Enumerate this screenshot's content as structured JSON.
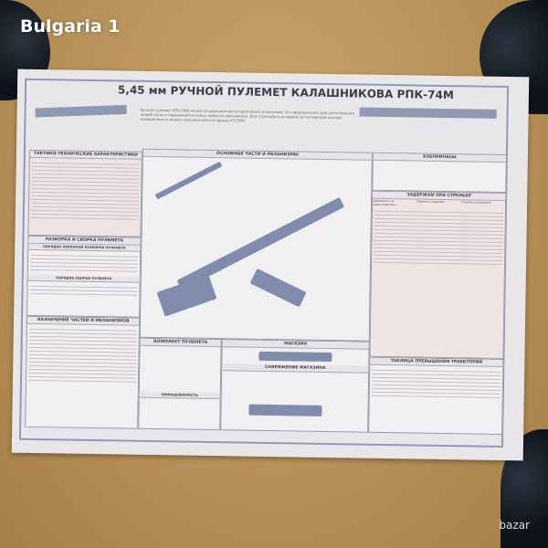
{
  "overlay": {
    "watermark": "Bulgaria 1",
    "brand": "bazar"
  },
  "poster": {
    "title": "5,45 мм РУЧНОЙ ПУЛЕМЕТ КАЛАШНИКОВА РПК-74М",
    "intro": "Ручной пулемет РПК-74М является оружием мотострелкового отделения. Он предназначен для уничтожения живой силы и поражения огневых средств противника. Для стрельбы в условиях естественной ночной освещенности может присоединяться прицел НСПУМ.",
    "sections": {
      "specs": "ТАКТИКО-ТЕХНИЧЕСКИЕ ХАРАКТЕРИСТИКИ",
      "disassembly": "РАЗБОРКА И СБОРКА ПУЛЕМЕТА",
      "partial": "ПОРЯДОК НЕПОЛНОЙ РАЗБОРКИ ПУЛЕМЕТА",
      "assembly": "ПОРЯДОК СБОРКИ ПУЛЕМЕТА",
      "purpose": "НАЗНАЧЕНИЕ ЧАСТЕЙ И МЕХАНИЗМОВ",
      "main_parts": "ОСНОВНЫЕ ЧАСТИ И МЕХАНИЗМЫ",
      "ammo": "БОЕПРИПАСЫ",
      "stoppages": "ЗАДЕРЖКИ ПРИ СТРЕЛЬБЕ",
      "trajectory": "ТАБЛИЦА ПРЕВЫШЕНИЯ ТРАЕКТОРИЙ",
      "kit": "КОМПЛЕКТ ПУЛЕМЕТА",
      "magazine": "МАГАЗИН",
      "loading": "СНАРЯЖЕНИЕ МАГАЗИНА",
      "accessories": "ПРИНАДЛЕЖНОСТЬ"
    },
    "stoppage_cols": [
      "Задержки и их характеристика",
      "Причины задержек",
      "Способы устранения"
    ]
  }
}
